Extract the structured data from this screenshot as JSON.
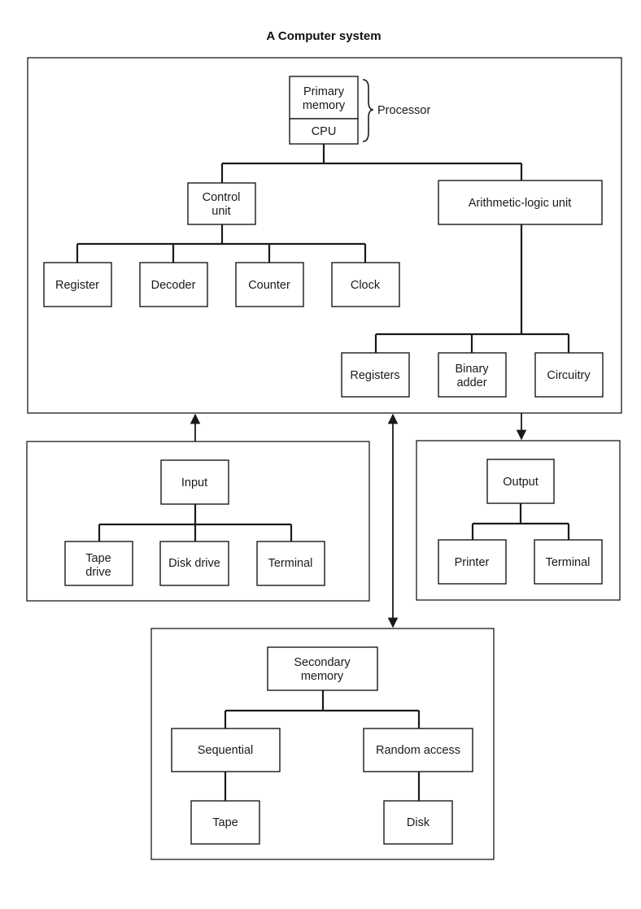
{
  "title": "A Computer system",
  "processor_group": {
    "primary_memory": [
      "Primary",
      "memory"
    ],
    "cpu": "CPU",
    "brace_label": "Processor",
    "control_unit": [
      "Control",
      "unit"
    ],
    "alu": "Arithmetic-logic unit",
    "control_children": [
      "Register",
      "Decoder",
      "Counter",
      "Clock"
    ],
    "alu_children": [
      "Registers",
      [
        "Binary",
        "adder"
      ],
      "Circuitry"
    ]
  },
  "input_group": {
    "root": "Input",
    "children": [
      [
        "Tape",
        "drive"
      ],
      "Disk drive",
      "Terminal"
    ]
  },
  "output_group": {
    "root": "Output",
    "children": [
      "Printer",
      "Terminal"
    ]
  },
  "secondary_group": {
    "root": [
      "Secondary",
      "memory"
    ],
    "sequential": "Sequential",
    "random_access": "Random access",
    "tape": "Tape",
    "disk": "Disk"
  }
}
